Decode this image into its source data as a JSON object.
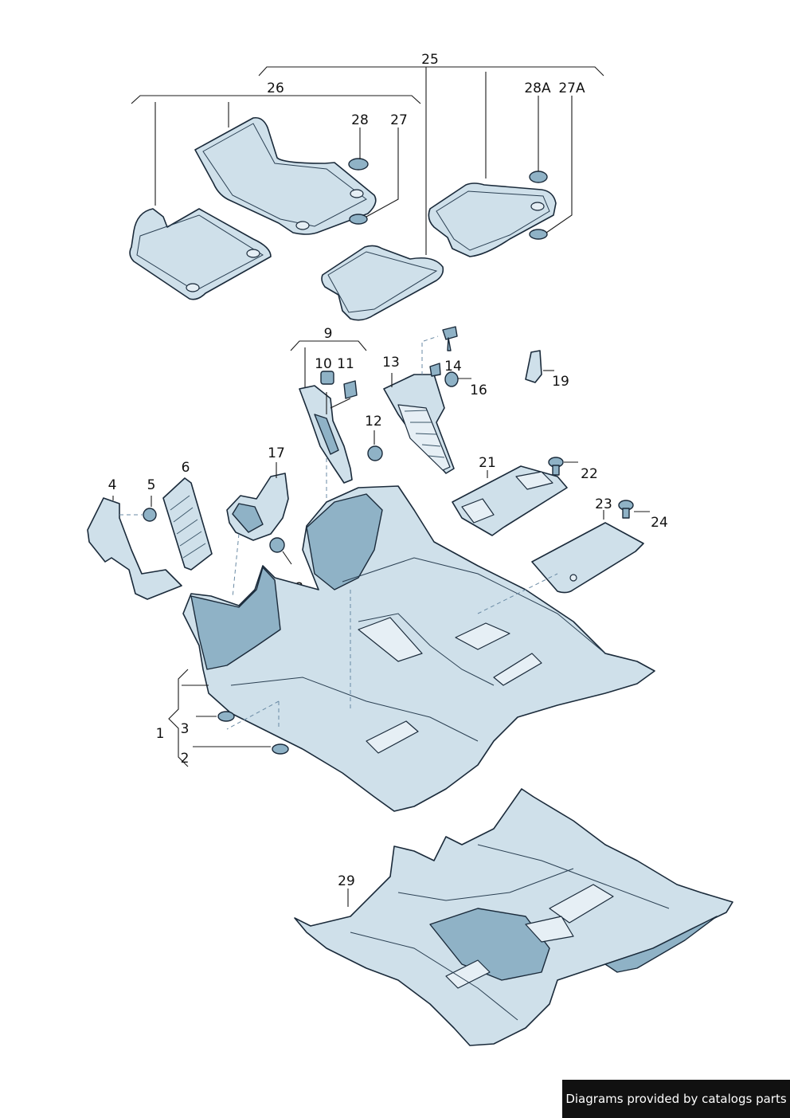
{
  "callouts": {
    "c1": "1",
    "c2": "2",
    "c3": "3",
    "c4": "4",
    "c5": "5",
    "c6": "6",
    "c9": "9",
    "c10": "10",
    "c11": "11",
    "c12": "12",
    "c13": "13",
    "c14": "14",
    "c16": "16",
    "c17": "17",
    "c18": "18",
    "c19": "19",
    "c21": "21",
    "c22": "22",
    "c23": "23",
    "c24": "24",
    "c25": "25",
    "c26": "26",
    "c27": "27",
    "c27a": "27A",
    "c28": "28",
    "c28a": "28A",
    "c29": "29"
  },
  "credit": "Diagrams provided by catalogs parts",
  "colors": {
    "part_fill": "#cfe0ea",
    "part_shade": "#8fb2c6",
    "outline": "#1a2a3a",
    "credit_bg": "#111111"
  }
}
